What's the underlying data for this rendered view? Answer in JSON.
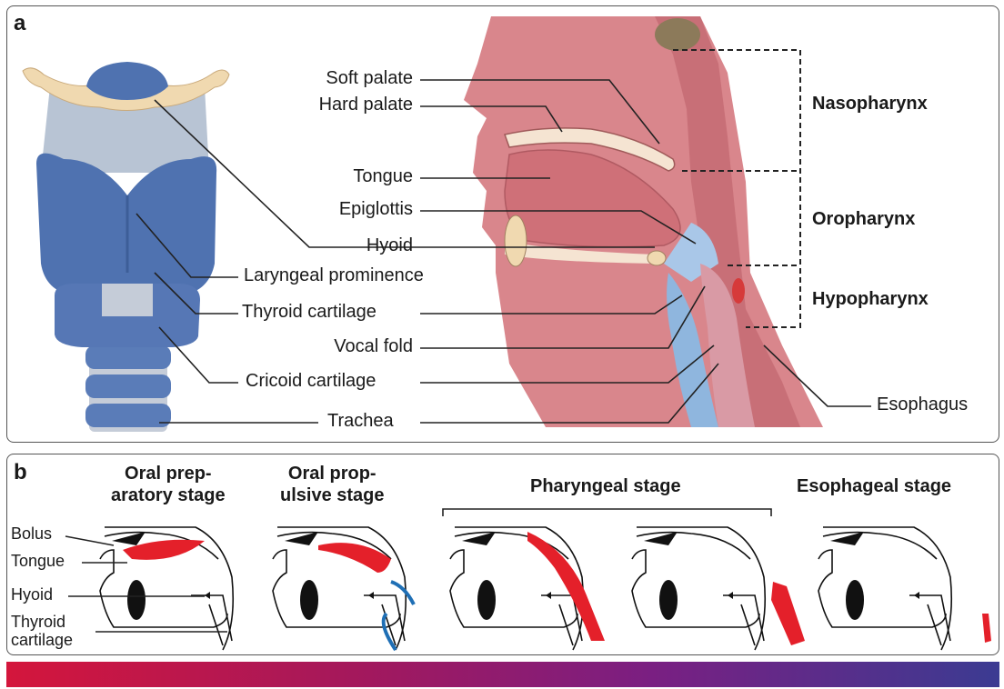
{
  "panel_a": {
    "label": "a",
    "structures": {
      "soft_palate": "Soft palate",
      "hard_palate": "Hard palate",
      "tongue": "Tongue",
      "epiglottis": "Epiglottis",
      "hyoid": "Hyoid",
      "laryngeal_prominence": "Laryngeal prominence",
      "thyroid_cartilage": "Thyroid cartilage",
      "vocal_fold": "Vocal fold",
      "cricoid_cartilage": "Cricoid cartilage",
      "trachea": "Trachea",
      "esophagus": "Esophagus"
    },
    "regions": {
      "nasopharynx": "Nasopharynx",
      "oropharynx": "Oropharynx",
      "hypopharynx": "Hypopharynx"
    }
  },
  "panel_b": {
    "label": "b",
    "stages": {
      "oral_preparatory": [
        "Oral prep-",
        "aratory stage"
      ],
      "oral_propulsive": [
        "Oral prop-",
        "ulsive stage"
      ],
      "pharyngeal": "Pharyngeal stage",
      "esophageal": "Esophageal stage"
    },
    "labels": {
      "bolus": "Bolus",
      "tongue": "Tongue",
      "hyoid": "Hyoid",
      "thyroid_cartilage": [
        "Thyroid",
        "cartilage"
      ]
    }
  },
  "colors": {
    "tissue": "#d9868c",
    "tissue_dark": "#c86f77",
    "cartilage_blue": "#4f72b0",
    "bone": "#f0d9b0",
    "bolus_red": "#e4202a",
    "arrow_blue": "#1f6fb5",
    "gradient_start": "#d4163c",
    "gradient_end": "#3b3b92"
  }
}
